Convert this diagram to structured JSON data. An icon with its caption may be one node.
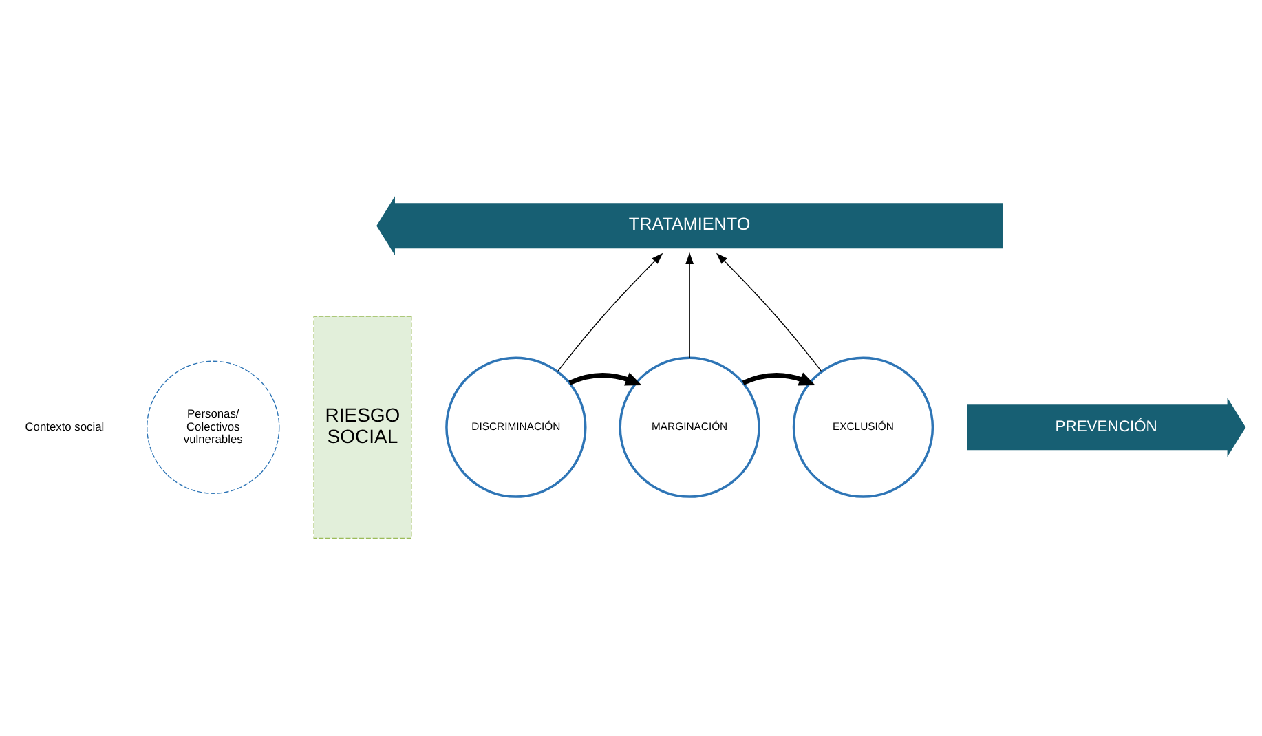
{
  "diagram": {
    "nodes": [
      {
        "text": [
          "TRATAMIENTO"
        ]
      },
      {
        "text": [
          "Personas/ Colectivos vulnerables"
        ]
      },
      {
        "text": [
          "RIESGO SOCIAL"
        ]
      },
      {
        "text": [
          "DISCRIMINACIÓN"
        ]
      },
      {
        "text": [
          "MARGINACIÓN"
        ]
      },
      {
        "text": [
          "EXCLUSIÓN"
        ]
      },
      {
        "text": [
          "PREVENCIÓN"
        ]
      }
    ],
    "edges": [
      {
        "from": 3,
        "to": 0,
        "arrow": "to"
      },
      {
        "from": 4,
        "to": 0,
        "arrow": "to"
      },
      {
        "from": 5,
        "to": 0,
        "arrow": "to"
      },
      {
        "from": 3,
        "to": 4,
        "arrow": "to",
        "style": "thick"
      },
      {
        "from": 4,
        "to": 5,
        "arrow": "to",
        "style": "thick"
      }
    ],
    "labels": [
      "Contexto social"
    ]
  }
}
